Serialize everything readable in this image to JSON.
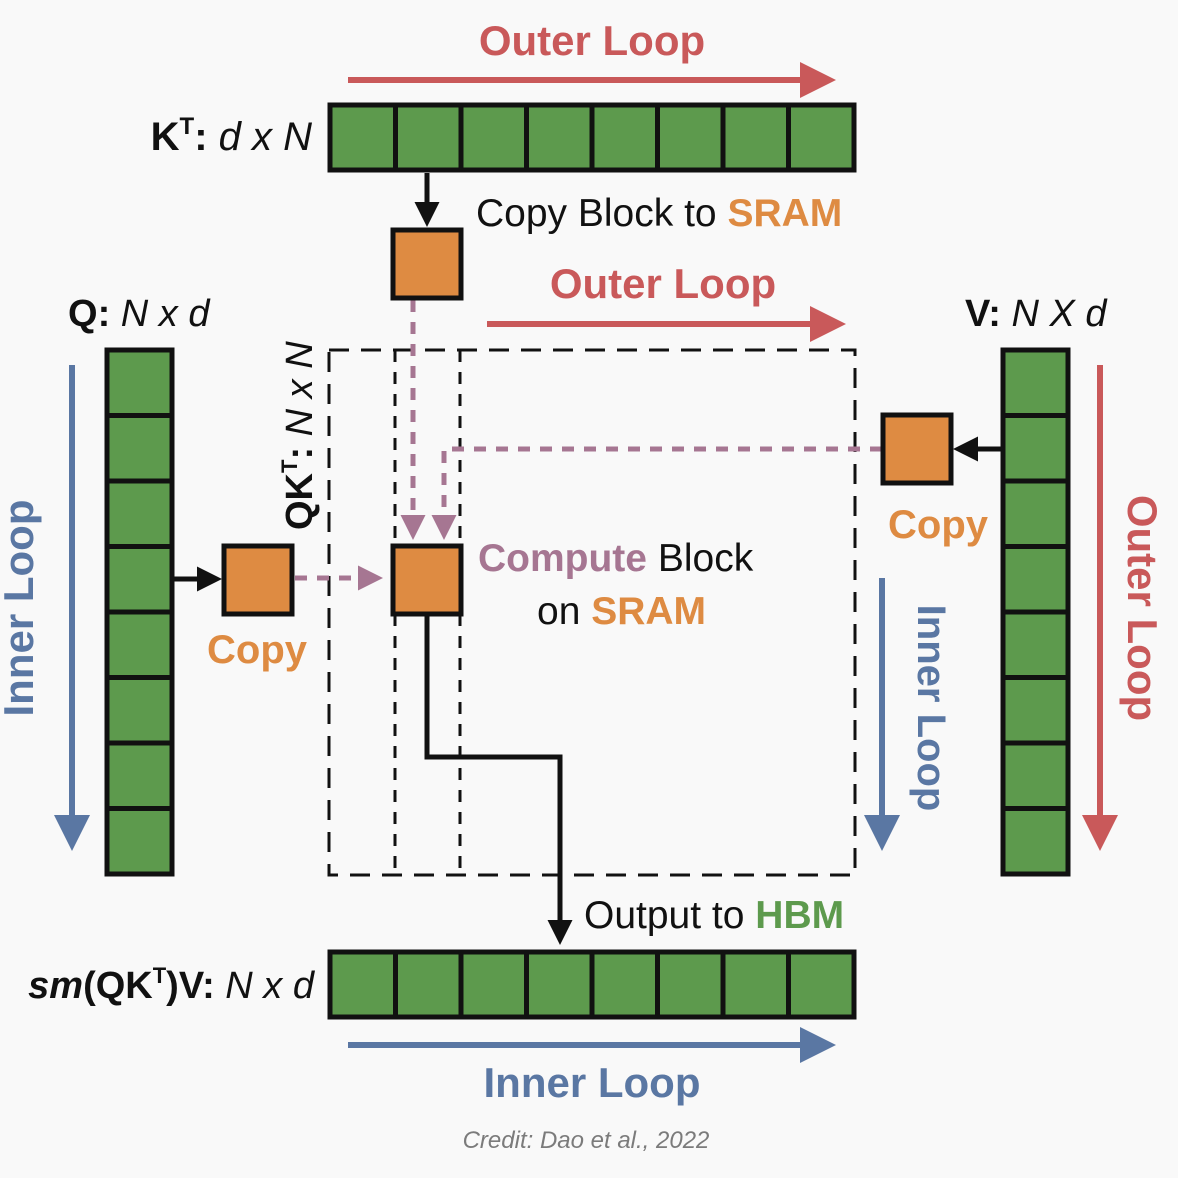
{
  "labels": {
    "outer_loop_top": "Outer Loop",
    "outer_loop_mid": "Outer Loop",
    "outer_loop_right": "Outer Loop",
    "inner_loop_left": "Inner Loop",
    "inner_loop_right": "Inner Loop",
    "inner_loop_bottom": "Inner Loop",
    "kt": {
      "name": "K",
      "sup": "T",
      "sep": ": ",
      "dims": "d x N"
    },
    "q": {
      "name": "Q",
      "sep": ": ",
      "dims": "N x d"
    },
    "v": {
      "name": "V",
      "sep": ": ",
      "dims": "N X d"
    },
    "qkt": {
      "name": "QK",
      "sup": "T",
      "sep": ": ",
      "dims": "N x N"
    },
    "out": {
      "fn": "sm",
      "open": "(QK",
      "sup": "T",
      "close": ")V",
      "sep": ": ",
      "dims": "N x d"
    },
    "copy_block": {
      "text": "Copy Block to ",
      "accent": "SRAM"
    },
    "copy_left": "Copy",
    "copy_right": "Copy",
    "compute": {
      "accent1": "Compute",
      "text1": " Block",
      "text2": "on ",
      "accent2": "SRAM"
    },
    "output": {
      "text": "Output to ",
      "accent": "HBM"
    },
    "credit": "Credit: Dao et al., 2022"
  },
  "colors": {
    "block_green": "#5d9a4d",
    "block_orange": "#de8b42",
    "outer_loop_red": "#c9595a",
    "inner_loop_blue": "#5a77a3",
    "flow_purple": "#a67692",
    "border": "#111111"
  },
  "matrices": {
    "kt_blocks": 8,
    "q_blocks": 8,
    "v_blocks": 8,
    "out_blocks": 8
  }
}
